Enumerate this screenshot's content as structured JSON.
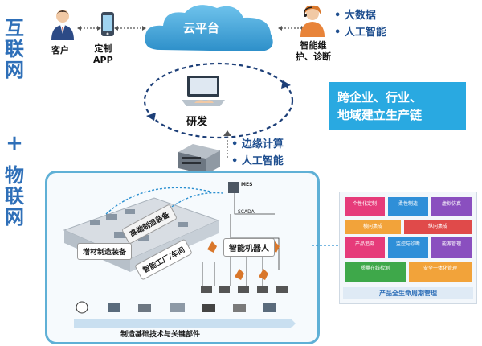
{
  "side_left": {
    "top_text": "互联网",
    "plus": "+",
    "bottom_text": "物联网"
  },
  "cloud": {
    "label": "云平台"
  },
  "nodes": {
    "customer": "客户",
    "custom_app": "定制\nAPP",
    "maintenance": "智能维\n护、诊断",
    "rnd": "研发"
  },
  "top_bullets": [
    "大数据",
    "人工智能"
  ],
  "chain_box": {
    "line1": "跨企业、行业、",
    "line2": "地域建立生产链"
  },
  "edge_bullets": [
    "边缘计算",
    "人工智能"
  ],
  "factory": {
    "labels": {
      "additive": "增材制造装备",
      "high_end": "高端制造装备",
      "smart_factory": "智能工厂/车间",
      "robot": "智能机器人",
      "foundation": "制造基础技术与关键部件",
      "mes": "MES",
      "scada": "SCADA"
    }
  },
  "lifecycle": {
    "footer": "产品全生命周期管理",
    "cells": [
      {
        "title": "个性化定制",
        "color": "#e63b7a"
      },
      {
        "title": "柔性制造",
        "color": "#2f8fd8"
      },
      {
        "title": "虚拟仿真",
        "color": "#8a4fbf"
      },
      {
        "title": "横向集成",
        "color": "#f2a33a"
      },
      {
        "title": "纵向集成",
        "color": "#e04a4a"
      },
      {
        "title": "产品追溯",
        "color": "#e63b7a"
      },
      {
        "title": "监控与诊断",
        "color": "#2f8fd8"
      },
      {
        "title": "能源管理",
        "color": "#8a4fbf"
      },
      {
        "title": "质量在线检测",
        "color": "#3ea84a"
      },
      {
        "title": "安全一体化管理",
        "color": "#f2a33a"
      }
    ]
  },
  "colors": {
    "side_text": "#2e6fb8",
    "cloud": "#3ba4dc",
    "chain_box": "#29a9e1",
    "bullet": "#1f4f8f",
    "factory_border": "#5fb0d6"
  }
}
